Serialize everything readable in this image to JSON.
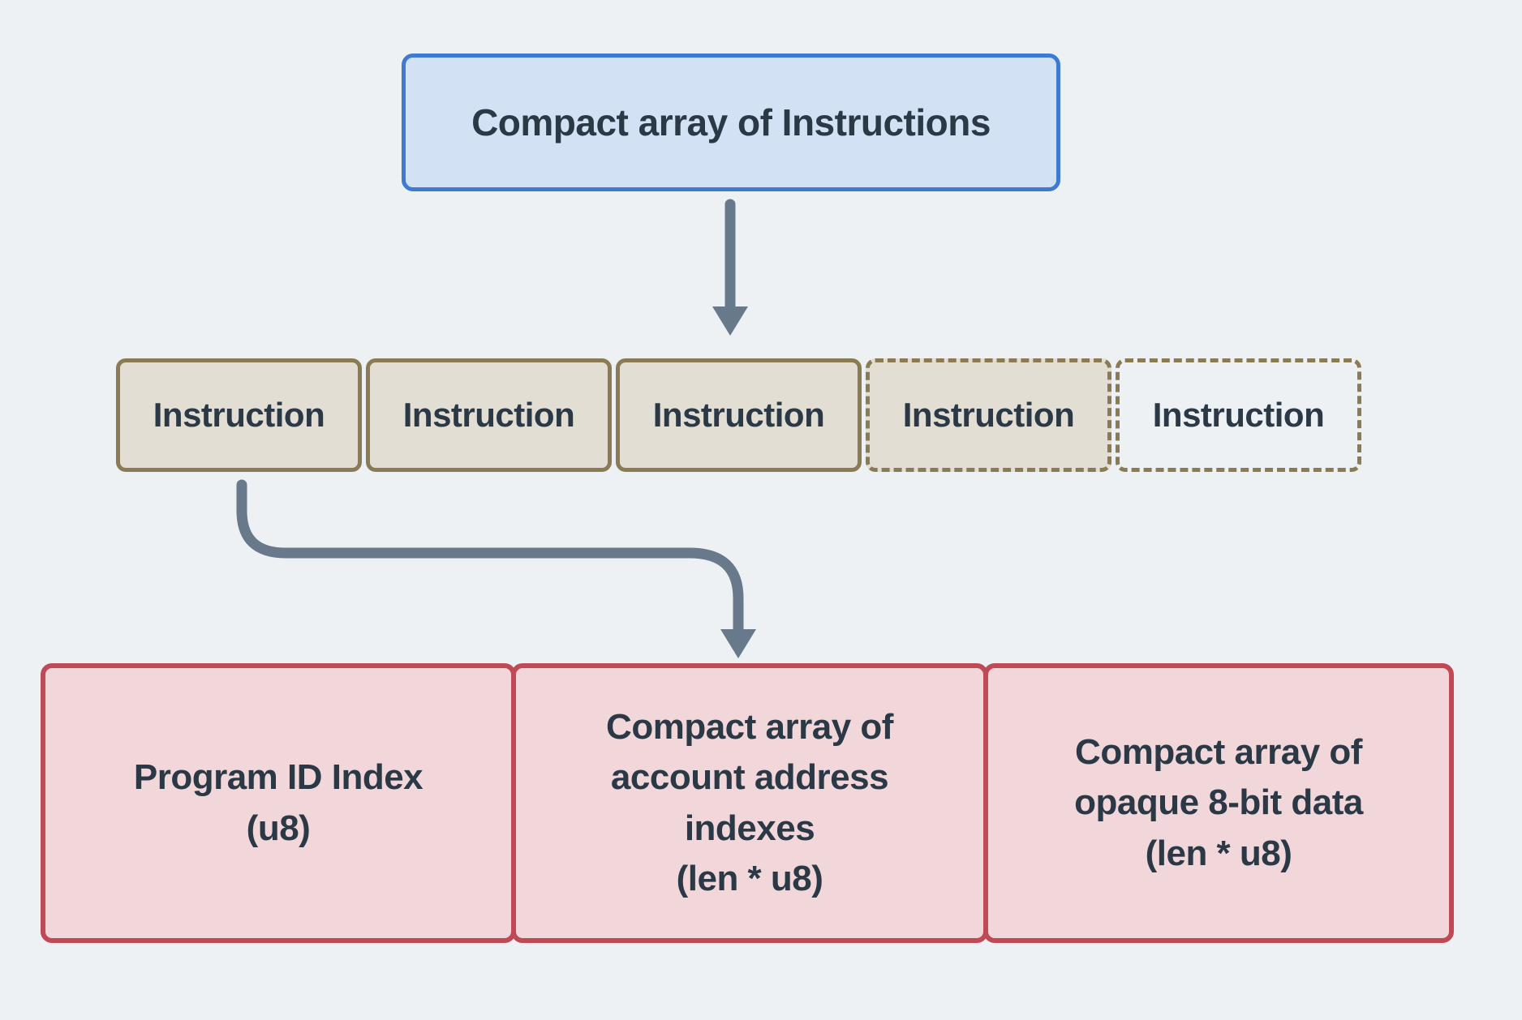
{
  "diagram": {
    "title_box": {
      "label": "Compact array of Instructions"
    },
    "instructions_row": {
      "items": [
        {
          "label": "Instruction",
          "style": "solid"
        },
        {
          "label": "Instruction",
          "style": "solid"
        },
        {
          "label": "Instruction",
          "style": "solid"
        },
        {
          "label": "Instruction",
          "style": "dashed-filled"
        },
        {
          "label": "Instruction",
          "style": "dashed-empty"
        }
      ]
    },
    "detail_row": {
      "boxes": [
        {
          "lines": [
            "Program ID Index",
            "(u8)"
          ]
        },
        {
          "lines": [
            "Compact array of",
            "account address",
            "indexes",
            "(len * u8)"
          ]
        },
        {
          "lines": [
            "Compact array of",
            "opaque 8-bit data",
            "(len * u8)"
          ]
        }
      ]
    },
    "arrows": [
      {
        "from": "title-box",
        "to": "instructions-row",
        "shape": "straight-down"
      },
      {
        "from": "instruction-1",
        "to": "detail-row",
        "shape": "elbow-right-down"
      }
    ],
    "colors": {
      "background": "#edf1f4",
      "title_border": "#3f7ad2",
      "title_fill": "#d3e1f5",
      "instruction_border": "#8a7b55",
      "instruction_fill": "#e2ded4",
      "detail_border": "#bf4a56",
      "detail_fill": "#f2d7da",
      "arrow": "#68798b",
      "text": "#2b3947"
    }
  }
}
